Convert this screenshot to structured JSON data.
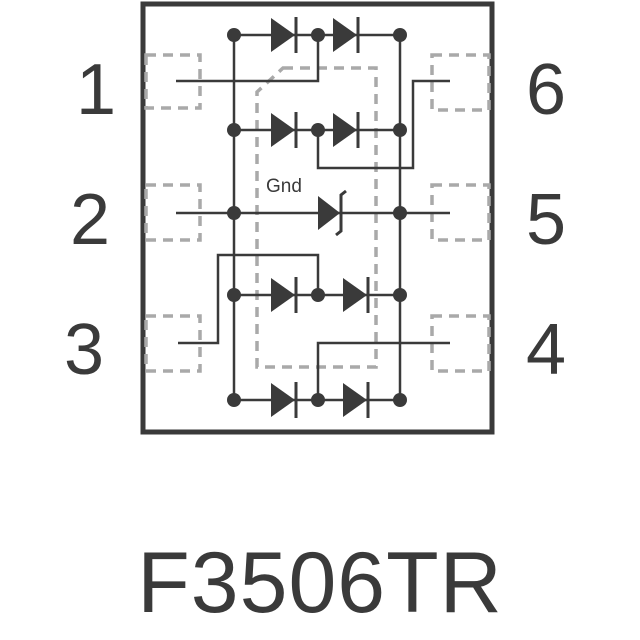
{
  "pins": {
    "p1": "1",
    "p2": "2",
    "p3": "3",
    "p4": "4",
    "p5": "5",
    "p6": "6"
  },
  "gnd_label": "Gnd",
  "part_number": "F3506TR",
  "colors": {
    "ink": "#3a3a3a",
    "pad_dash": "#a9a9a9",
    "background": "#ffffff"
  }
}
